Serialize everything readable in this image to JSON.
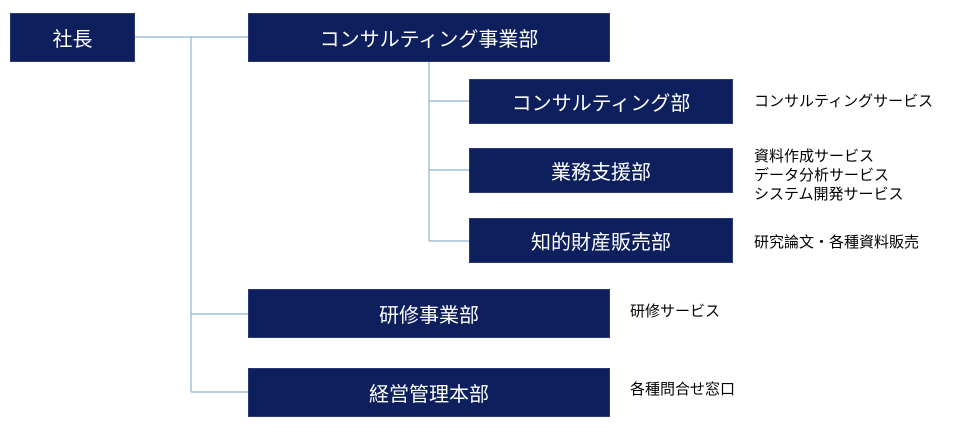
{
  "org": {
    "president": "社長",
    "consulting_division": "コンサルティング事業部",
    "consulting_dept": "コンサルティング部",
    "business_support_dept": "業務支援部",
    "ip_sales_dept": "知的財産販売部",
    "training_division": "研修事業部",
    "management_division": "経営管理本部"
  },
  "descriptions": {
    "consulting_dept": [
      "コンサルティングサービス"
    ],
    "business_support_dept": [
      "資料作成サービス",
      "データ分析サービス",
      "システム開発サービス"
    ],
    "ip_sales_dept": [
      "研究論文・各種資料販売"
    ],
    "training_division": [
      "研修サービス"
    ],
    "management_division": [
      "各種問合せ窓口"
    ]
  },
  "colors": {
    "box_fill": "#0d1f5c",
    "connector": "#8fb3d1"
  }
}
